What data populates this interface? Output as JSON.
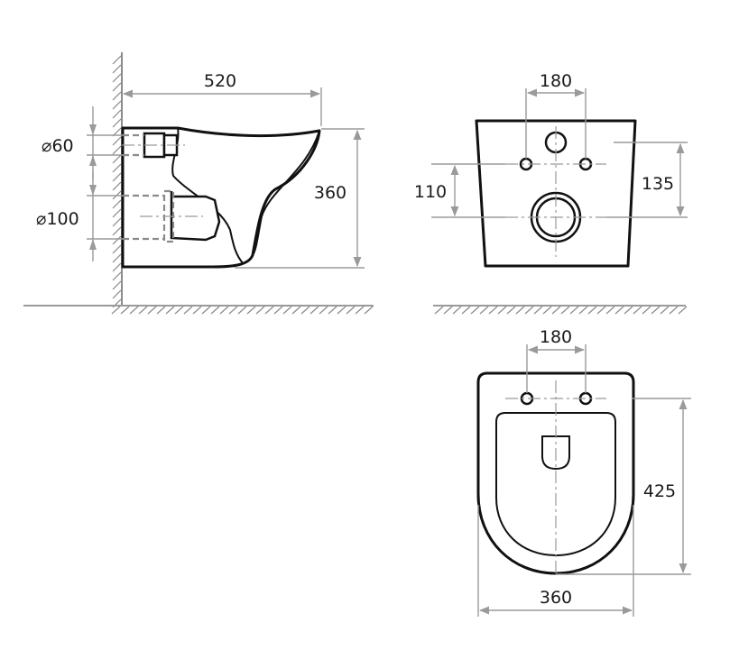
{
  "side_view": {
    "width_label": "520",
    "height_label": "360",
    "outlet_upper_label": "⌀60",
    "outlet_lower_label": "⌀100"
  },
  "back_view": {
    "hole_spacing_label": "180",
    "drain_height_label": "110",
    "inlet_height_label": "135"
  },
  "top_view": {
    "hole_spacing_label": "180",
    "length_label": "425",
    "width_label": "360"
  },
  "colors": {
    "outline": "#111111",
    "dimension": "#9a9a9a",
    "background": "#ffffff"
  }
}
